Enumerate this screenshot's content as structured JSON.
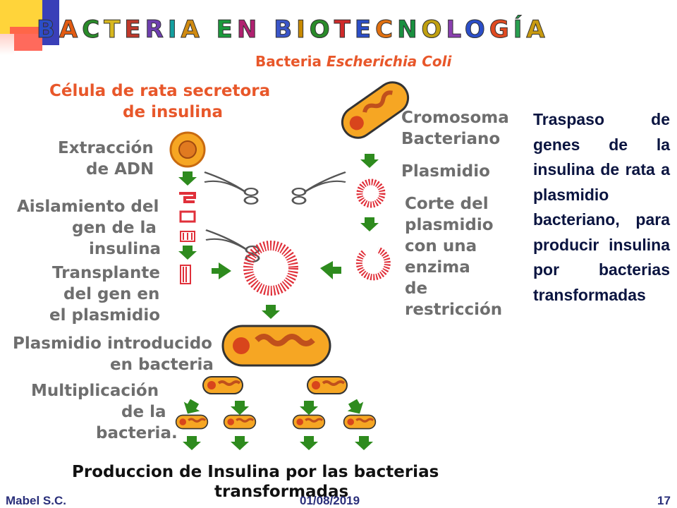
{
  "slide": {
    "title": "BACTERIA EN BIOTECNOLOGÍA",
    "title_colors": [
      "#2b4ec8",
      "#e25b12",
      "#2a8b2a",
      "#d8b81e",
      "#c0392b",
      "#6e3fb0",
      "#14a0a0",
      "#d08a10",
      "#1b9b3c",
      "#b02070",
      "#3a55c8",
      "#c88a00",
      "#2a8b2a",
      "#d02a2a",
      "#2b4ec8",
      "#e07010",
      "#1a9040",
      "#c0a010",
      "#8a3fb0",
      "#2b4ec8",
      "#e04a20",
      "#28a050",
      "#c89a10",
      "#2b4ec8",
      "#d02a2a"
    ],
    "side_text": "Traspaso de genes de la insulina de rata a plasmidio bacteriano, para producir insulina por bacterias transformadas",
    "footer_author": "Mabel S.C.",
    "footer_date": "01/08/2019",
    "page_number": "17"
  },
  "diagram": {
    "header": "Bacteria Escherichia Coli",
    "header_plain": "Bacteria ",
    "header_italic": "Escherichia Coli",
    "rat_cell_line1": "Célula de rata secretora",
    "rat_cell_line2": "de insulina",
    "step_extraction_1": "Extracción",
    "step_extraction_2": "de ADN",
    "step_isolation_1": "Aislamiento del",
    "step_isolation_2": "gen de la",
    "step_isolation_3": "insulina",
    "step_transplant_1": "Transplante",
    "step_transplant_2": "del gen en",
    "step_transplant_3": "el plasmidio",
    "step_introduced_1": "Plasmidio introducido",
    "step_introduced_2": "en bacteria",
    "step_multiplication_1": "Multiplicación",
    "step_multiplication_2": "de la",
    "step_multiplication_3": "bacteria.",
    "right_chromosome_1": "Cromosoma",
    "right_chromosome_2": "Bacteriano",
    "right_plasmid": "Plasmidio",
    "right_cut_1": "Corte del",
    "right_cut_2": "plasmidio",
    "right_cut_3": "con una",
    "right_cut_4": "enzima",
    "right_cut_5": "de",
    "right_cut_6": "restricción",
    "production_1": "Produccion de Insulina por las bacterias",
    "production_2": "transformadas",
    "colors": {
      "label_grey": "#6e6e6e",
      "accent_orange": "#e8572a",
      "arrow_green": "#2e8b1e",
      "plasmid_red": "#e0303a",
      "cell_fill": "#f6a623"
    }
  }
}
